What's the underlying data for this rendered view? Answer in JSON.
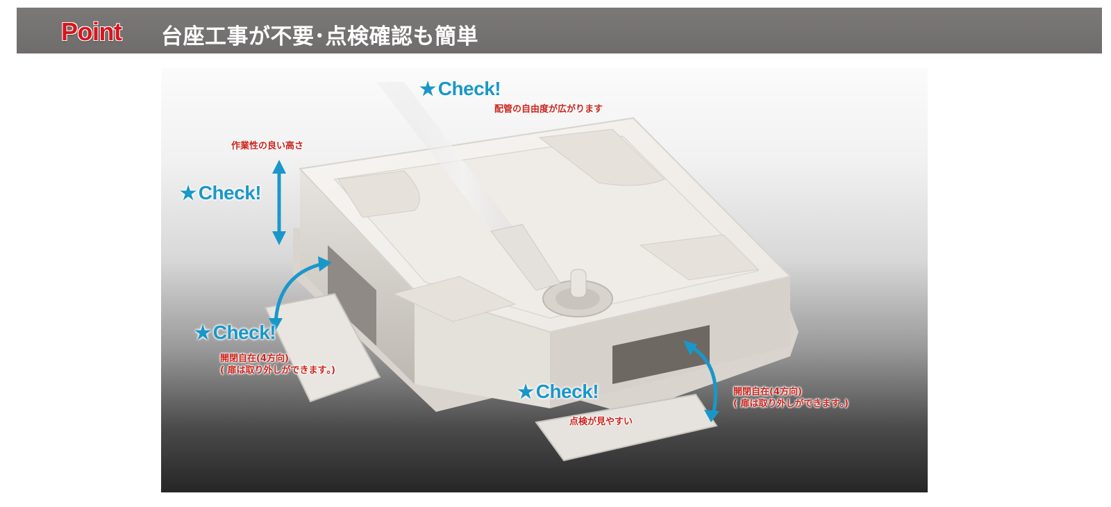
{
  "header": {
    "point_label": "Point",
    "title": "台座工事が不要･点検確認も簡単"
  },
  "callouts": [
    {
      "label": "Check!",
      "note": "配管の自由度が広がります"
    },
    {
      "label": "Check!",
      "note": "作業性の良い高さ"
    },
    {
      "label": "Check!",
      "note_line1": "開閉自在(4方向)",
      "note_line2": "( 扉は取り外しができます｡)"
    },
    {
      "label": "Check!",
      "note": "点検が見やすい"
    },
    {
      "note_line1": "開閉自在(4方向)",
      "note_line2": "( 扉は取り外しができます｡)"
    }
  ],
  "colors": {
    "header_bg": "#737070",
    "point_red": "#d9151c",
    "check_blue": "#1a97c9",
    "note_red": "#c8241c"
  },
  "icons": [
    "star-icon",
    "double-arrow-icon",
    "curved-arrow-icon"
  ]
}
